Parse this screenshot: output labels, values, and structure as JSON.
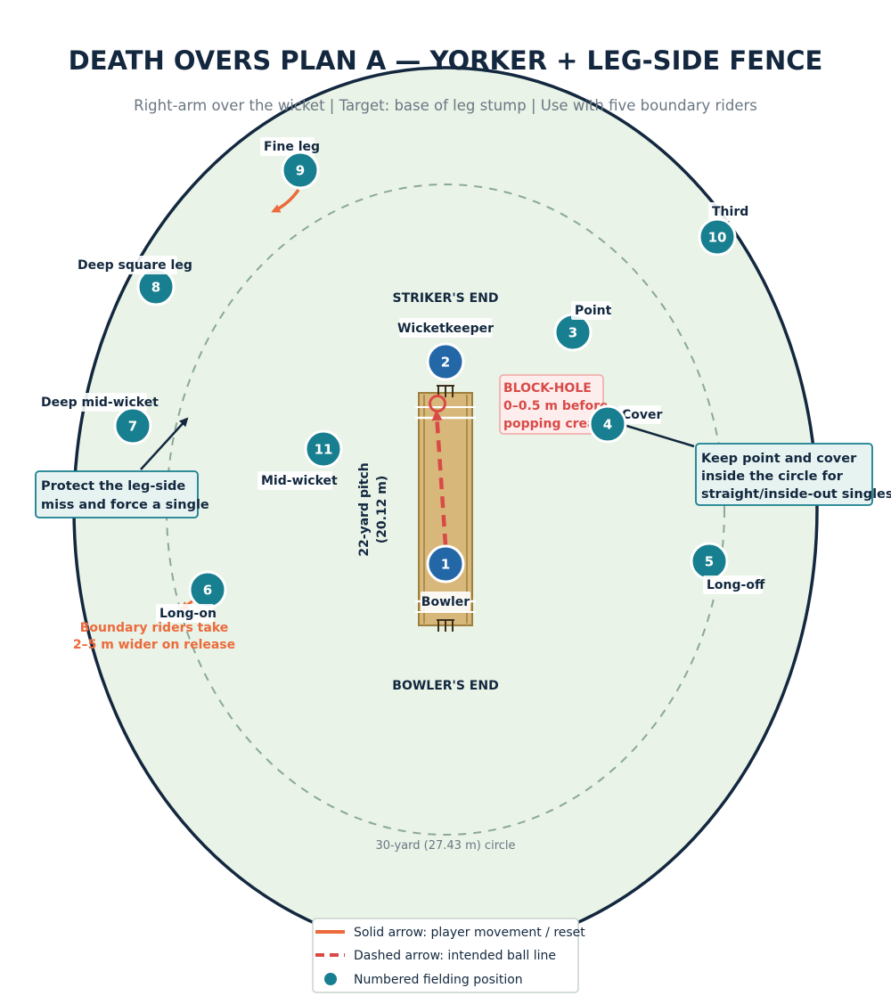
{
  "title": "DEATH OVERS PLAN A — YORKER + LEG-SIDE FENCE",
  "subtitle": "Right-arm over the wicket | Target: base of leg stump | Use with five boundary riders",
  "ends": {
    "striker": "STRIKER'S END",
    "bowler": "BOWLER'S END"
  },
  "pitch_label_1": "22-yard pitch",
  "pitch_label_2": "(20.12 m)",
  "circle_label": "30-yard (27.43 m) circle",
  "block_hole": {
    "line1": "BLOCK-HOLE",
    "line2": "0–0.5 m before",
    "line3": "popping crease"
  },
  "boundary_note": {
    "line1": "Boundary riders take",
    "line2": "2–5 m wider on release"
  },
  "callouts": {
    "left": {
      "line1": "Protect the leg-side",
      "line2": "miss and force a single"
    },
    "right": {
      "line1": "Keep point and cover",
      "line2": "inside the circle for",
      "line3": "straight/inside-out singles"
    }
  },
  "positions": [
    {
      "number": "1",
      "label": "Bowler"
    },
    {
      "number": "2",
      "label": "Wicketkeeper"
    },
    {
      "number": "3",
      "label": "Point"
    },
    {
      "number": "4",
      "label": "Cover"
    },
    {
      "number": "5",
      "label": "Long-off"
    },
    {
      "number": "6",
      "label": "Long-on"
    },
    {
      "number": "7",
      "label": "Deep mid-wicket"
    },
    {
      "number": "8",
      "label": "Deep square leg"
    },
    {
      "number": "9",
      "label": "Fine leg"
    },
    {
      "number": "10",
      "label": "Third"
    },
    {
      "number": "11",
      "label": "Mid-wicket"
    }
  ],
  "legend": {
    "solid": "Solid arrow: player movement / reset",
    "dashed": "Dashed arrow: intended ball line",
    "dot": "Numbered fielding position"
  },
  "colors": {
    "field": "#e9f3e7",
    "boundary": "#13283f",
    "inner_circle": "#8aa996",
    "fielder": "#177f8f",
    "keeper_bowler": "#2467a7",
    "movement": "#ec6a3c",
    "ball_line": "#d94a47",
    "pitch": "#d8b87a"
  }
}
